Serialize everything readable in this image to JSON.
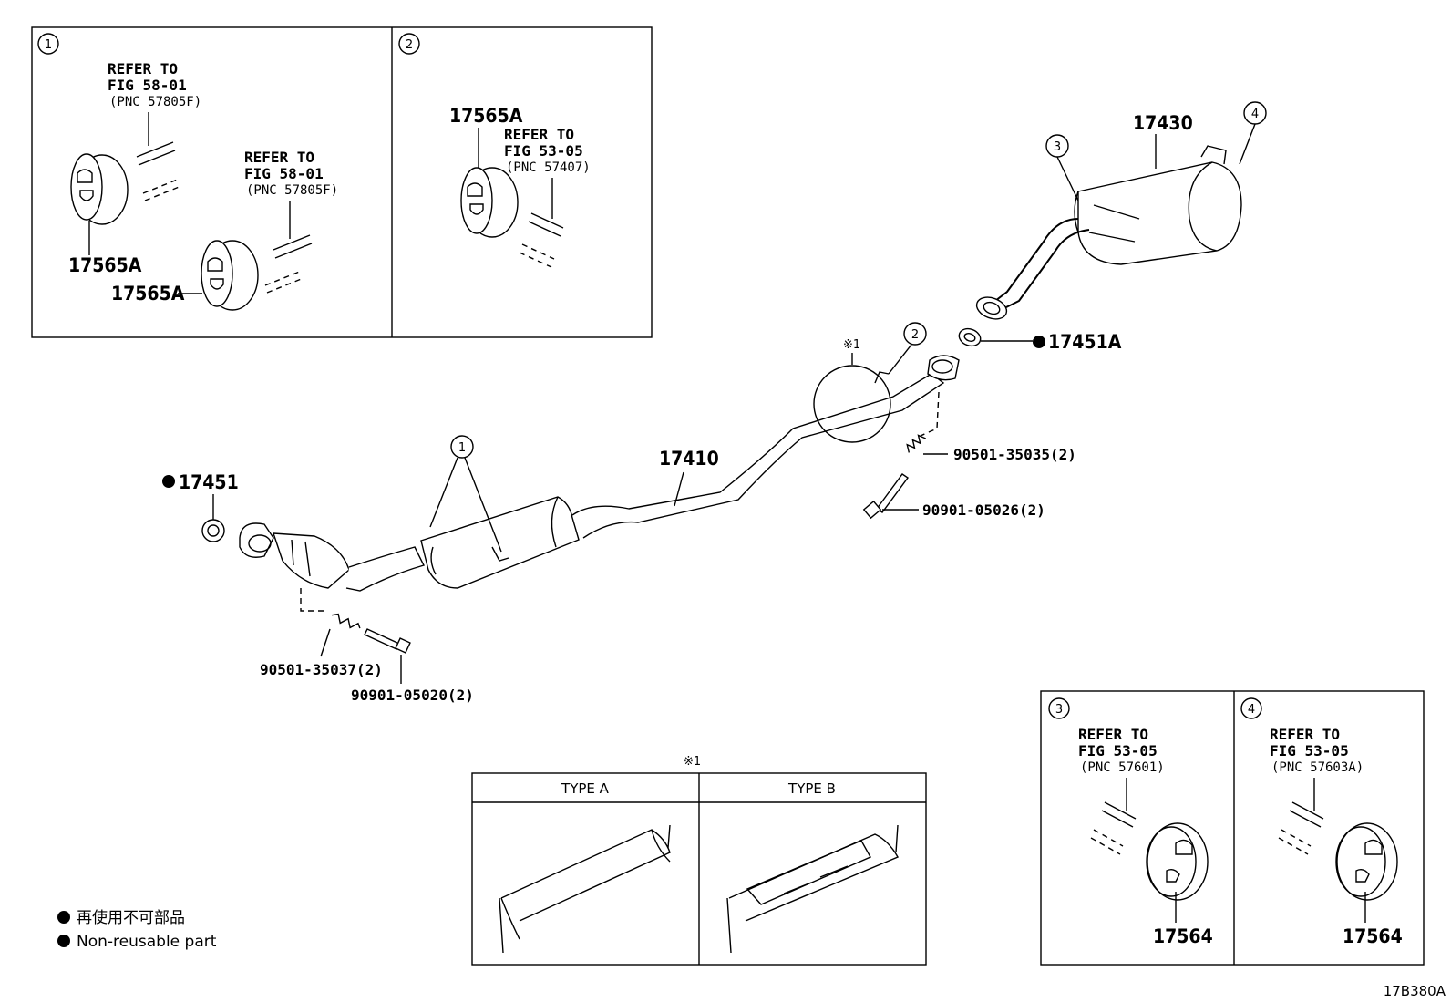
{
  "inset1": {
    "number": "1",
    "ref_a": {
      "line1": "REFER TO",
      "line2": "FIG 58-01",
      "line3": "(PNC 57805F)"
    },
    "ref_b": {
      "line1": "REFER TO",
      "line2": "FIG 58-01",
      "line3": "(PNC 57805F)"
    },
    "part_a": "17565A",
    "part_b": "17565A"
  },
  "inset2": {
    "number": "2",
    "part": "17565A",
    "ref": {
      "line1": "REFER TO",
      "line2": "FIG 53-05",
      "line3": "(PNC 57407)"
    }
  },
  "inset3": {
    "number": "3",
    "ref": {
      "line1": "REFER TO",
      "line2": "FIG 53-05",
      "line3": "(PNC 57601)"
    },
    "part": "17564"
  },
  "inset4": {
    "number": "4",
    "ref": {
      "line1": "REFER TO",
      "line2": "FIG 53-05",
      "line3": "(PNC 57603A)"
    },
    "part": "17564"
  },
  "main": {
    "muffler": "17430",
    "callout3": "3",
    "callout4": "4",
    "callout2": "2",
    "callout1": "1",
    "gasket_rear": "17451A",
    "gasket_front": "17451",
    "pipe": "17410",
    "spring_rear": "90501-35035(2)",
    "bolt_rear": "90901-05026(2)",
    "spring_front": "90501-35037(2)",
    "bolt_front": "90901-05020(2)",
    "note_mark": "※1"
  },
  "type_table": {
    "mark": "※1",
    "col_a": "TYPE A",
    "col_b": "TYPE B"
  },
  "legend": {
    "line1": "再使用不可部品",
    "line2": "Non-reusable part"
  },
  "code": "17B380A"
}
